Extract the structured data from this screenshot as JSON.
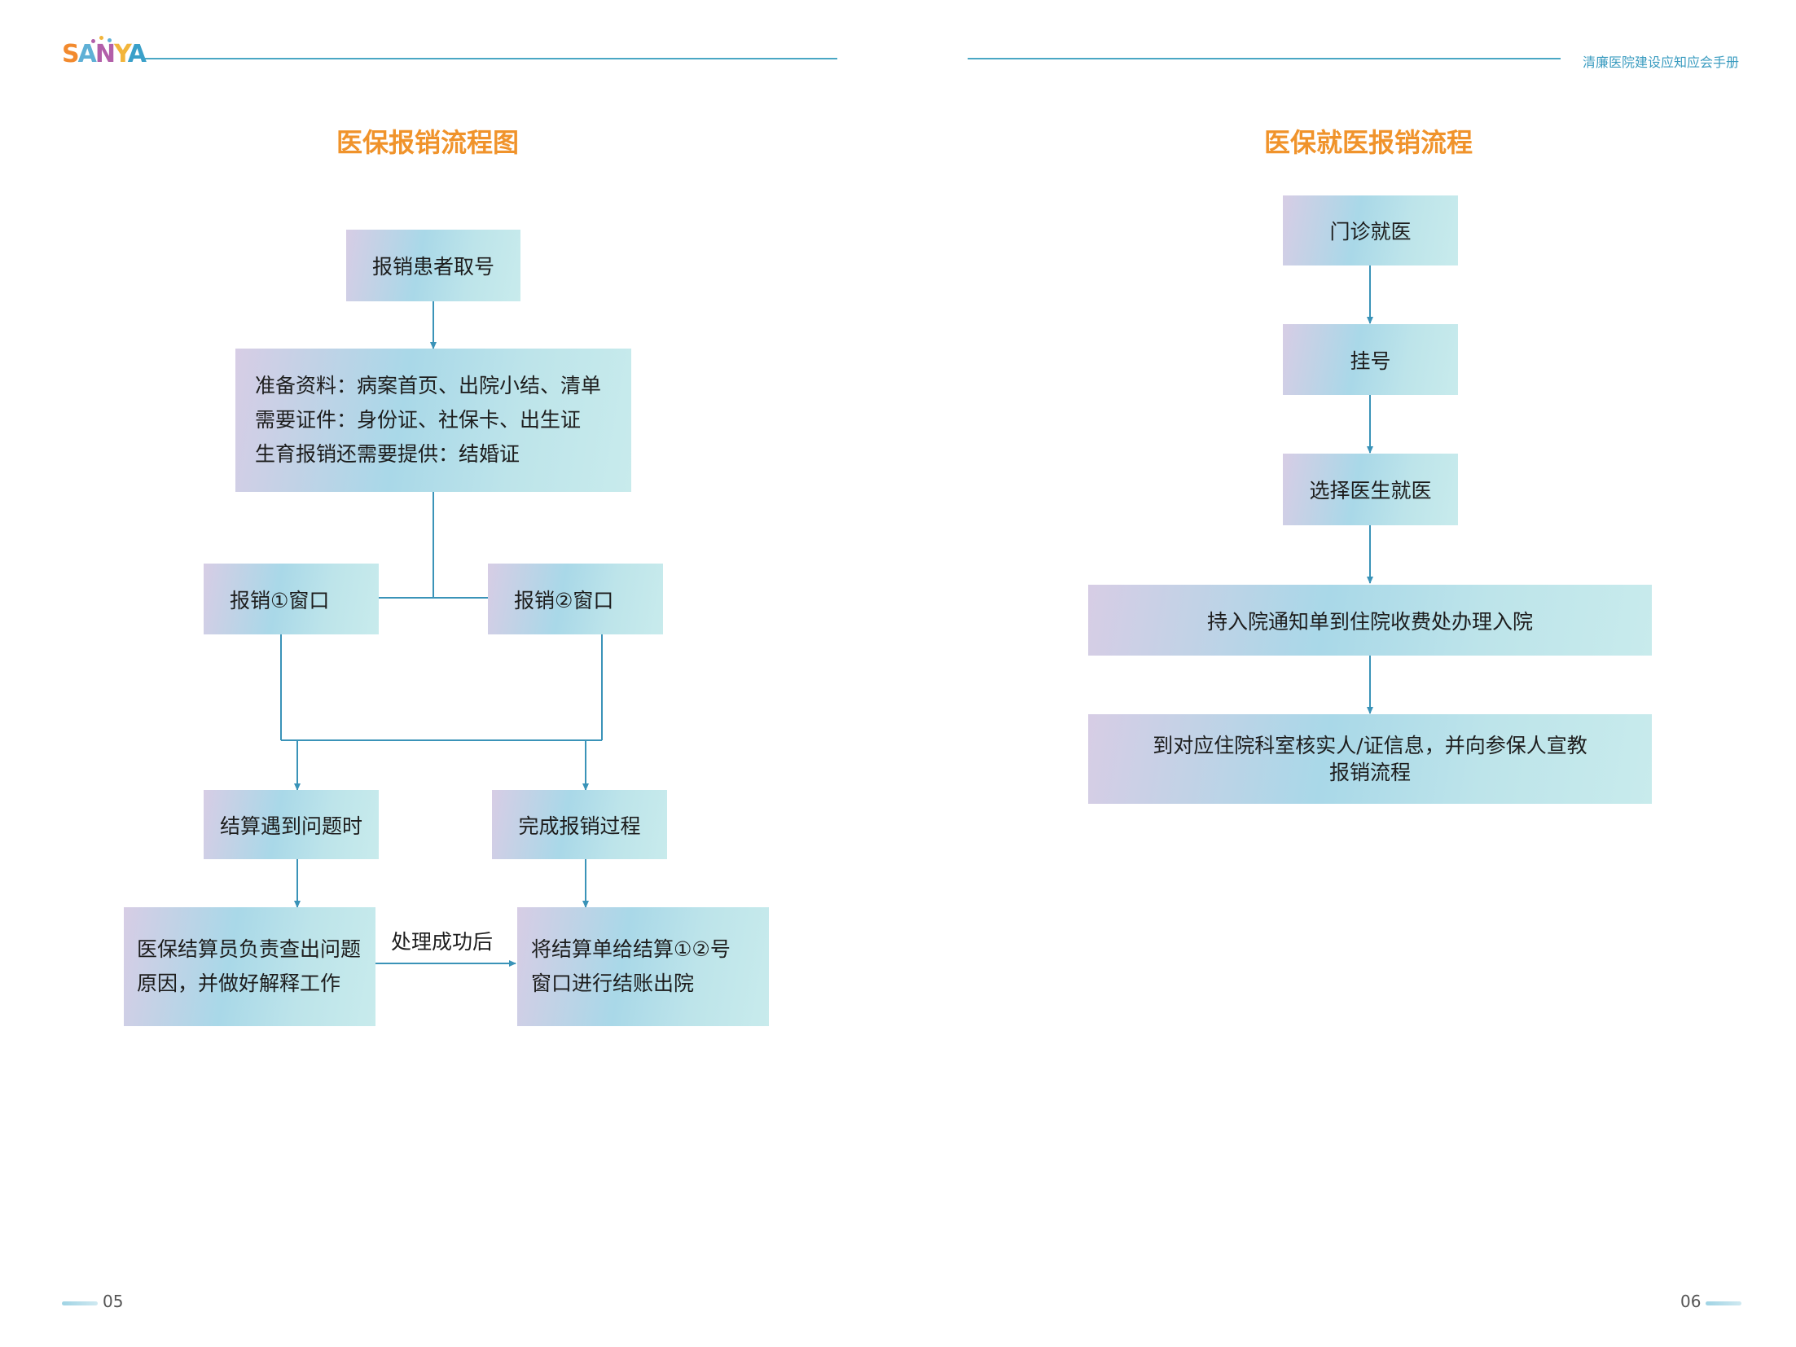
{
  "header": {
    "logo_text": "SANYA",
    "right_title": "清廉医院建设应知应会手册"
  },
  "left_page": {
    "title": "医保报销流程图",
    "page_number": "05",
    "nodes": {
      "take_number": "报销患者取号",
      "prepare": [
        "准备资料：病案首页、出院小结、清单",
        "需要证件：身份证、社保卡、出生证",
        "生育报销还需要提供：结婚证"
      ],
      "window1": "报销①窗口",
      "window2": "报销②窗口",
      "problem": "结算遇到问题时",
      "complete": "完成报销过程",
      "clerk": [
        "医保结算员负责查出问题",
        "原因，并做好解释工作"
      ],
      "settle": [
        "将结算单给结算①②号",
        "窗口进行结账出院"
      ]
    },
    "edge_label": "处理成功后"
  },
  "right_page": {
    "title": "医保就医报销流程",
    "page_number": "06",
    "steps": [
      "门诊就医",
      "挂号",
      "选择医生就医",
      "持入院通知单到住院收费处办理入院"
    ],
    "last_step": [
      "到对应住院科室核实人/证信息，并向参保人宣教",
      "报销流程"
    ]
  },
  "colors": {
    "line": "#3a93b8",
    "title": "#f0932b",
    "header_rule": "#4aa7c4"
  }
}
